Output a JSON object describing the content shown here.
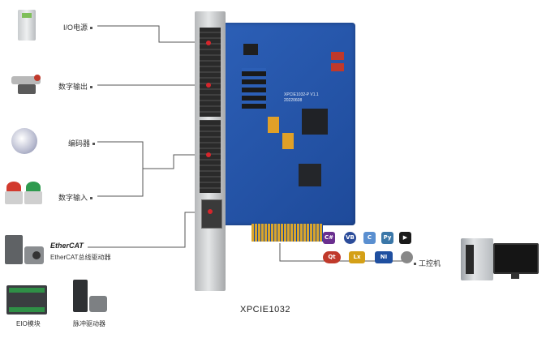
{
  "labels": {
    "io_power": "I/O电源",
    "digital_output": "数字输出",
    "encoder": "编码器",
    "digital_input": "数字输入",
    "ethercat_logo": "EtherCAT",
    "ethercat_driver": "EtherCAT总线驱动器",
    "eio_module": "EIO模块",
    "pulse_driver": "脉冲驱动器",
    "ipc": "工控机"
  },
  "board": {
    "name_line1": "XPCIE1032-P V1.1",
    "name_line2": "20220608"
  },
  "caption": "XPCIE1032",
  "software_icons": [
    {
      "name": "csharp-icon",
      "text": "C#",
      "color": "#6a2f8f"
    },
    {
      "name": "vb-icon",
      "text": "VB",
      "color": "#2b4c9a"
    },
    {
      "name": "cpp-icon",
      "text": "C",
      "color": "#5a8fd0"
    },
    {
      "name": "python-icon",
      "text": "Py",
      "color": "#3b77a8"
    },
    {
      "name": "labview-icon",
      "text": "▶",
      "color": "#1a1a1a"
    },
    {
      "name": "qt-icon",
      "text": "Qt",
      "color": "#c0392b"
    },
    {
      "name": "linux-icon",
      "text": "Lx",
      "color": "#d4a017"
    },
    {
      "name": "ni-icon",
      "text": "NI",
      "color": "#1f4fa0"
    },
    {
      "name": "apple-icon",
      "text": "",
      "color": "#888888"
    }
  ]
}
